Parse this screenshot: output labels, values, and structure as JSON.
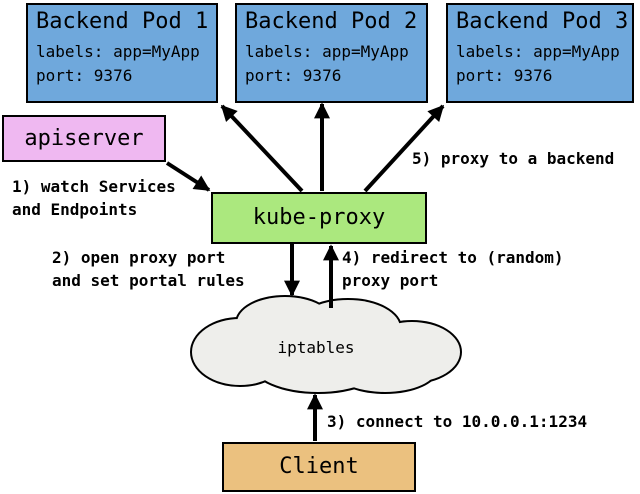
{
  "nodes": {
    "backend_pods": [
      {
        "title": "Backend Pod 1",
        "labels_line": "labels: app=MyApp",
        "port_line": "port: 9376"
      },
      {
        "title": "Backend Pod 2",
        "labels_line": "labels: app=MyApp",
        "port_line": "port: 9376"
      },
      {
        "title": "Backend Pod 3",
        "labels_line": "labels: app=MyApp",
        "port_line": "port: 9376"
      }
    ],
    "apiserver": {
      "label": "apiserver"
    },
    "kube_proxy": {
      "label": "kube-proxy"
    },
    "iptables_cloud": {
      "label": "iptables"
    },
    "client": {
      "label": "Client"
    }
  },
  "annotations": {
    "step1": {
      "line1": "1) watch Services",
      "line2": "and Endpoints"
    },
    "step2": {
      "line1": "2) open proxy port",
      "line2": "and set portal rules"
    },
    "step3": {
      "line1": "3) connect to 10.0.0.1:1234"
    },
    "step4": {
      "line1": "4) redirect to (random)",
      "line2": "proxy port"
    },
    "step5": {
      "line1": "5) proxy to a backend"
    }
  },
  "edges": [
    {
      "from": "apiserver",
      "to": "kube-proxy",
      "step": "1"
    },
    {
      "from": "kube-proxy",
      "to": "Backend Pod 1",
      "step": "5"
    },
    {
      "from": "kube-proxy",
      "to": "Backend Pod 2",
      "step": "5"
    },
    {
      "from": "kube-proxy",
      "to": "Backend Pod 3",
      "step": "5"
    },
    {
      "from": "kube-proxy",
      "to": "iptables",
      "step": "2"
    },
    {
      "from": "iptables",
      "to": "kube-proxy",
      "step": "4"
    },
    {
      "from": "Client",
      "to": "iptables",
      "step": "3"
    }
  ],
  "colors": {
    "pod_blue": "#6FA8DC",
    "apiserver_pink": "#EFB8F1",
    "kube_proxy_green": "#ABE87E",
    "client_tan": "#EBC17F",
    "cloud_gray": "#EEEEEB",
    "line_black": "#000000"
  }
}
